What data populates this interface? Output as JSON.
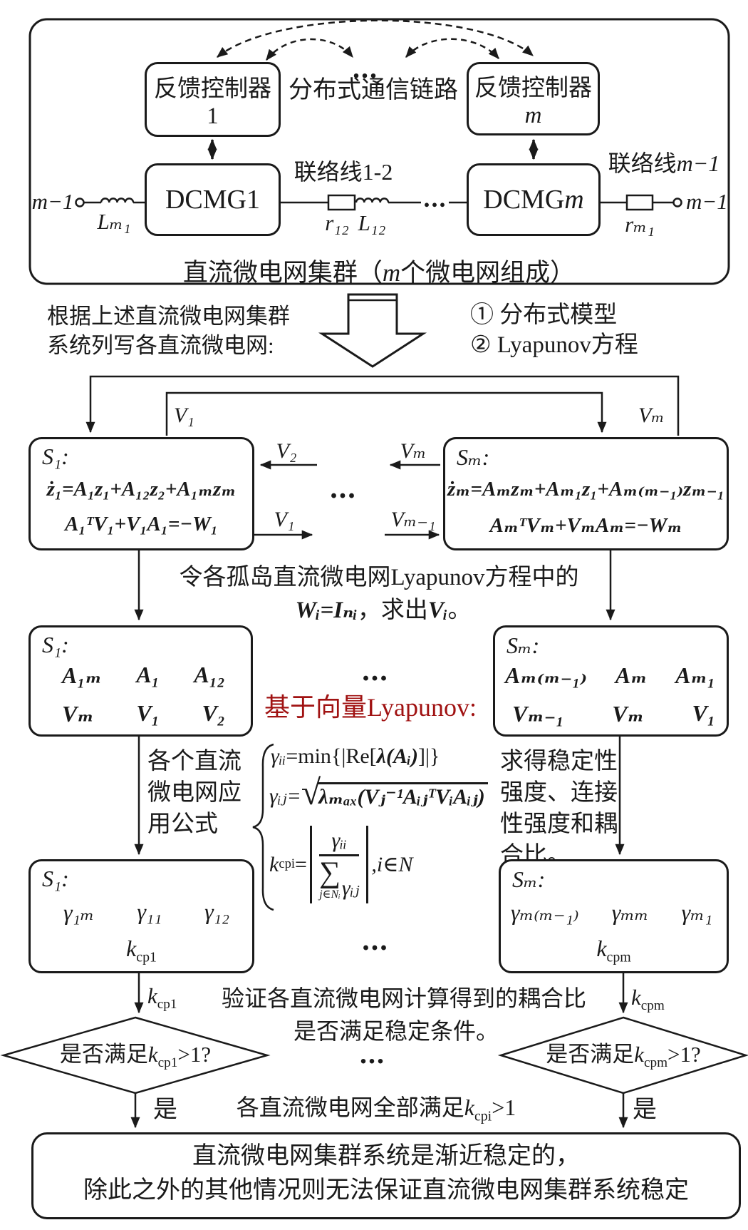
{
  "colors": {
    "ink": "#1a1a1a",
    "accent_red": "#a01212",
    "background": "#ffffff"
  },
  "top": {
    "controller1": {
      "line1": "反馈控制器",
      "line2": "1"
    },
    "controllerm": {
      "line1": "反馈控制器",
      "line2": "m"
    },
    "comm_dots": "...",
    "comm_label": "分布式通信链路",
    "tie12": {
      "pre": "联络线",
      "post": "1-2"
    },
    "tiem1": {
      "pre": "联络线",
      "it": "m−1"
    },
    "dcmg1": {
      "pre": "DCMG ",
      "num": "1"
    },
    "dcmgm": {
      "pre": "DCMG ",
      "num": "m"
    },
    "left_terminal": "m−1",
    "right_terminal": "m−1",
    "L_m1": "Lₘ₁",
    "r_12": "r₁₂",
    "L_12": "L₁₂",
    "r_m1": "rₘ₁",
    "line_dots": "...",
    "caption": {
      "p1": "直流微电网集群（",
      "it": "m",
      "p2": "个微电网组成）"
    }
  },
  "step1": {
    "left_line1": "根据上述直流微电网集群",
    "left_line2": "系统列写各直流微电网:",
    "item1": "① 分布式模型",
    "item2": "② Lyapunov方程"
  },
  "row2": {
    "v1": "V₁",
    "vm": "Vₘ",
    "s1": {
      "title": "S₁:",
      "eq1": "ż₁=A₁z₁+A₁₂z₂+A₁ₘzₘ",
      "eq2": "A₁ᵀV₁+V₁A₁=−W₁"
    },
    "sm": {
      "title": "Sₘ:",
      "eq1": "żₘ=Aₘzₘ+Aₘ₁z₁+Aₘ₍ₘ₋₁₎zₘ₋₁",
      "eq2": "AₘᵀVₘ+VₘAₘ=−Wₘ"
    },
    "arrow_v2": "V₂",
    "arrow_vm": "Vₘ",
    "arrow_v1": "V₁",
    "arrow_vm1": "Vₘ₋₁",
    "dots": "..."
  },
  "step2": {
    "line1": "令各孤岛直流微电网Lyapunov方程中的",
    "line2_it1": "Wᵢ=Iₙᵢ",
    "line2_mid": "，求出",
    "line2_it2": "Vᵢ",
    "line2_end": "。"
  },
  "row3": {
    "s1": {
      "title": "S₁:",
      "a": [
        "A₁ₘ",
        "A₁",
        "A₁₂"
      ],
      "v": [
        "Vₘ",
        "V₁",
        "V₂"
      ]
    },
    "sm": {
      "title": "Sₘ:",
      "a": [
        "Aₘ₍ₘ₋₁₎",
        "Aₘ",
        "Aₘ₁"
      ],
      "v": [
        "Vₘ₋₁",
        "Vₘ",
        "V₁"
      ]
    },
    "dots": "..."
  },
  "vector": {
    "red_label": "基于向量Lyapunov:",
    "left_note": [
      "各个直流",
      "微电网应",
      "用公式"
    ],
    "right_note": [
      "求得稳定性",
      "强度、连接",
      "性强度和耦",
      "合比。"
    ],
    "f1_a": "γᵢᵢ",
    "f1_b": "=min{|Re[",
    "f1_c": "λ(Aᵢ)",
    "f1_d": "]|}",
    "f2_head": "γᵢⱼ=",
    "f2_root": "√",
    "f2_radicand": "λₘₐₓ(Vⱼ⁻¹AᵢⱼᵀVᵢAᵢⱼ)",
    "f3_k": "k",
    "f3_sub": "cpi",
    "f3_eq": "=",
    "f3_num": "γᵢᵢ",
    "f3_sigma": "∑",
    "f3_under": "j∈Nᵢ",
    "f3_den": "γᵢⱼ",
    "f3_tail": ",i∈N"
  },
  "row4": {
    "s1": {
      "title": "S₁:",
      "g": [
        "γ₁ₘ",
        "γ₁₁",
        "γ₁₂"
      ],
      "k": "k",
      "ksub": "cp1"
    },
    "sm": {
      "title": "Sₘ:",
      "g": [
        "γₘ₍ₘ₋₁₎",
        "γₘₘ",
        "γₘ₁"
      ],
      "k": "k",
      "ksub": "cpm"
    },
    "dots": "..."
  },
  "verify": {
    "kcp1": {
      "k": "k",
      "sub": "cp1"
    },
    "kcpm": {
      "k": "k",
      "sub": "cpm"
    },
    "line1": "验证各直流微电网计算得到的耦合比",
    "line2": "是否满足稳定条件。",
    "dots": "...",
    "d1": {
      "pre": "是否满足",
      "k": "k",
      "sub": "cp1",
      "post": ">1?"
    },
    "dm": {
      "pre": "是否满足",
      "k": "k",
      "sub": "cpm",
      "post": ">1?"
    },
    "yes1": "是",
    "yesm": "是",
    "all": {
      "pre": "各直流微电网全部满足",
      "k": "k",
      "sub": "cpi",
      "post": ">1"
    }
  },
  "final": {
    "line1": "直流微电网集群系统是渐近稳定的，",
    "line2": "除此之外的其他情况则无法保证直流微电网集群系统稳定"
  }
}
